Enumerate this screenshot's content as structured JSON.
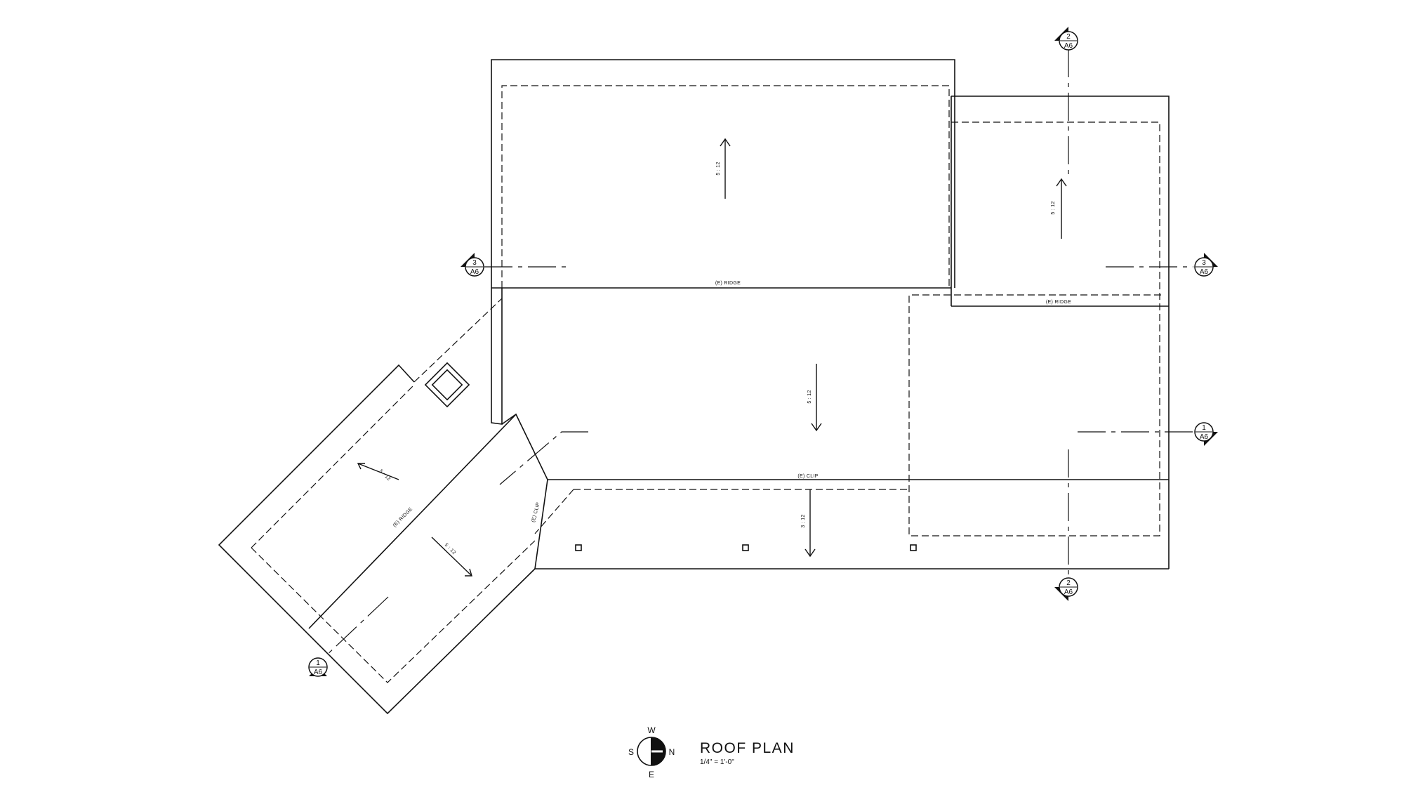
{
  "sheet": {
    "title": "ROOF PLAN",
    "scale": "1/4\" = 1'-0\""
  },
  "compass": {
    "top": "W",
    "left": "S",
    "right": "N",
    "bottom": "E"
  },
  "labels": {
    "ridge_upper": "(E) RIDGE",
    "ridge_right": "(E) RIDGE",
    "ridge_wing": "(E) RIDGE",
    "clip_main": "(E) CLIP",
    "clip_wing": "(E) CLIP"
  },
  "slopes": {
    "upper": "5 : 12",
    "right_wing": "5 : 12",
    "middle": "5 : 12",
    "lower": "3 : 12",
    "wing_upper": "5 : 12",
    "wing_lower": "5 : 12"
  },
  "section_markers": [
    {
      "id": "2-top",
      "num": "2",
      "sheet": "A6"
    },
    {
      "id": "3-left",
      "num": "3",
      "sheet": "A6"
    },
    {
      "id": "3-right",
      "num": "3",
      "sheet": "A6"
    },
    {
      "id": "1-right",
      "num": "1",
      "sheet": "A6"
    },
    {
      "id": "2-bottom",
      "num": "2",
      "sheet": "A6"
    },
    {
      "id": "1-left",
      "num": "1",
      "sheet": "A6"
    }
  ]
}
